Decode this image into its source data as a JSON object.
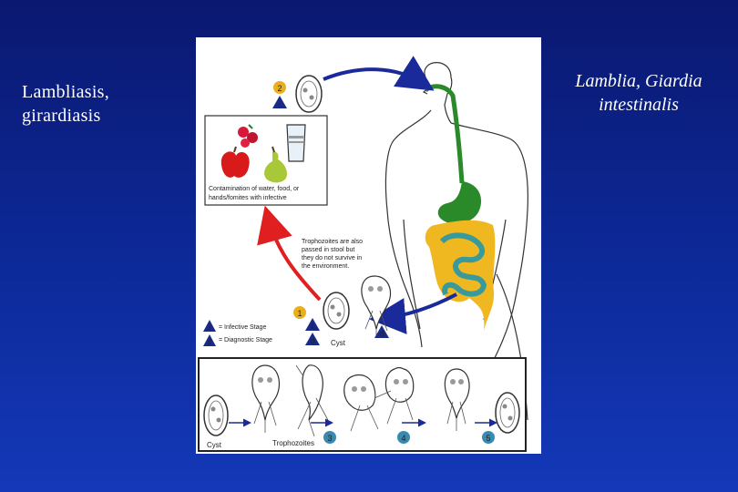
{
  "slide": {
    "title_left": "Lambliasis, girardiasis",
    "title_right": "Lamblia, Giardia intestinalis"
  },
  "figure": {
    "contamination_caption": "Contamination of water, food, or hands/fomites with infective cysts.",
    "trophozoite_note": "Trophozoites are also passed in stool but they do not survive in the environment.",
    "legend": {
      "infective": "= Infective Stage",
      "diagnostic": "= Diagnostic Stage",
      "infective_symbol": "i",
      "diagnostic_symbol": "d"
    },
    "labels": {
      "cyst_upper": "Cyst",
      "cyst_lower": "Cyst",
      "trophozoites": "Trophozoites"
    },
    "steps": [
      "1",
      "2",
      "3",
      "4",
      "5"
    ],
    "colors": {
      "red_arrow": "#e02020",
      "blue_arrow": "#1a2a9a",
      "step_circle": "#e8b020",
      "step_blue": "#3a8ab0",
      "stomach": "#2a8a2a",
      "colon": "#f0b820",
      "small_intestine": "#3a9a9a",
      "legend_triangle": "#1a2a8a"
    }
  }
}
